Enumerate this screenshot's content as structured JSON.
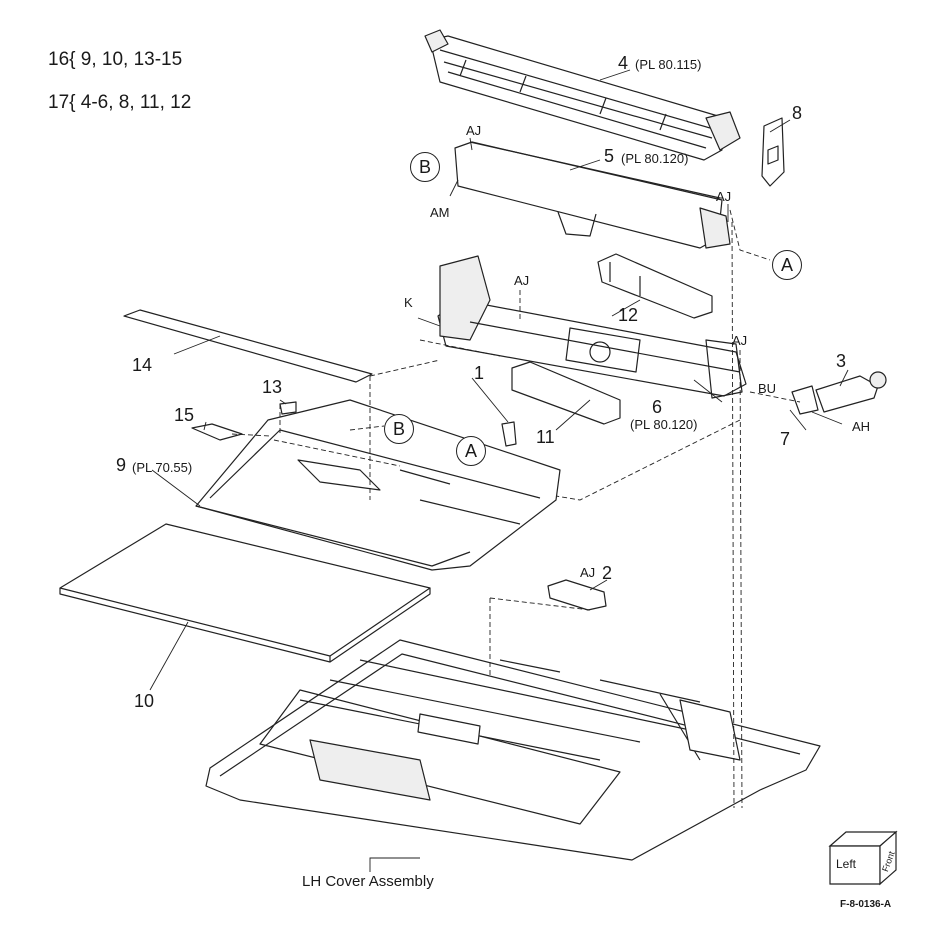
{
  "kits": [
    {
      "id": "kit-16",
      "text": "16{ 9, 10, 13-15"
    },
    {
      "id": "kit-17",
      "text": "17{ 4-6, 8, 11, 12"
    }
  ],
  "callouts": {
    "p1": "1",
    "p2": "2",
    "p3": "3",
    "p4": "4",
    "p5": "5",
    "p6": "6",
    "p7": "7",
    "p8": "8",
    "p9": "9",
    "p10": "10",
    "p11": "11",
    "p12": "12",
    "p13": "13",
    "p14": "14",
    "p15": "15"
  },
  "plrefs": {
    "p4": "(PL 80.115)",
    "p5": "(PL 80.120)",
    "p6": "(PL 80.120)",
    "p9": "(PL 70.55)"
  },
  "codes": {
    "aj_top": "AJ",
    "am": "AM",
    "aj_right": "AJ",
    "aj_mid": "AJ",
    "k": "K",
    "aj_side": "AJ",
    "bu": "BU",
    "ah": "AH",
    "aj_bracket": "AJ"
  },
  "circles": {
    "b_top": "B",
    "a_right": "A",
    "b_mid": "B",
    "a_mid": "A"
  },
  "assembly_label": "LH Cover Assembly",
  "orientation": {
    "left": "Left",
    "front": "Front"
  },
  "figure_id": "F-8-0136-A",
  "colors": {
    "line": "#222222",
    "fill": "#ffffff",
    "shade": "#d9d9d9"
  }
}
